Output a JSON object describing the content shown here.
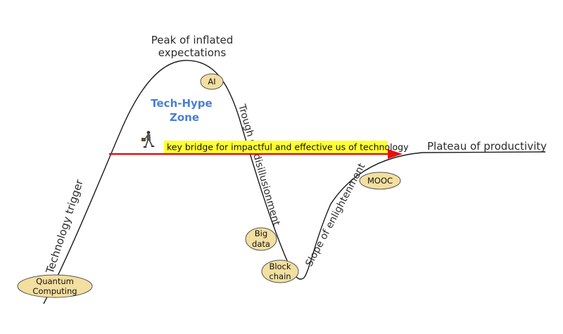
{
  "phases": {
    "peak_line1": "Peak of inflated",
    "peak_line2": "expectations",
    "technology_trigger": "Technology trigger",
    "trough_line1": "Trough of",
    "trough_line2": "disillusionment",
    "slope": "Slope of enlightenment",
    "plateau": "Plateau of productivity"
  },
  "zone": {
    "line1": "Tech-Hype",
    "line2": "Zone",
    "color": "#4a7fd0"
  },
  "bridge": {
    "label": "key bridge for impactful and effective us of technology",
    "highlight_color": "#ffff33",
    "arrow_color": "#e0120f"
  },
  "technologies": [
    {
      "id": "ai",
      "lines": [
        "AI"
      ]
    },
    {
      "id": "big-data",
      "lines": [
        "Big",
        "data"
      ]
    },
    {
      "id": "block-chain",
      "lines": [
        "Block",
        "chain"
      ]
    },
    {
      "id": "mooc",
      "lines": [
        "MOOC"
      ]
    },
    {
      "id": "quantum-computing",
      "lines": [
        "Quantum",
        "Computing"
      ]
    }
  ],
  "tag_style": {
    "fill": "#f3dfa0",
    "stroke": "#555555"
  },
  "icons": {
    "walker": "walking-person-icon"
  }
}
